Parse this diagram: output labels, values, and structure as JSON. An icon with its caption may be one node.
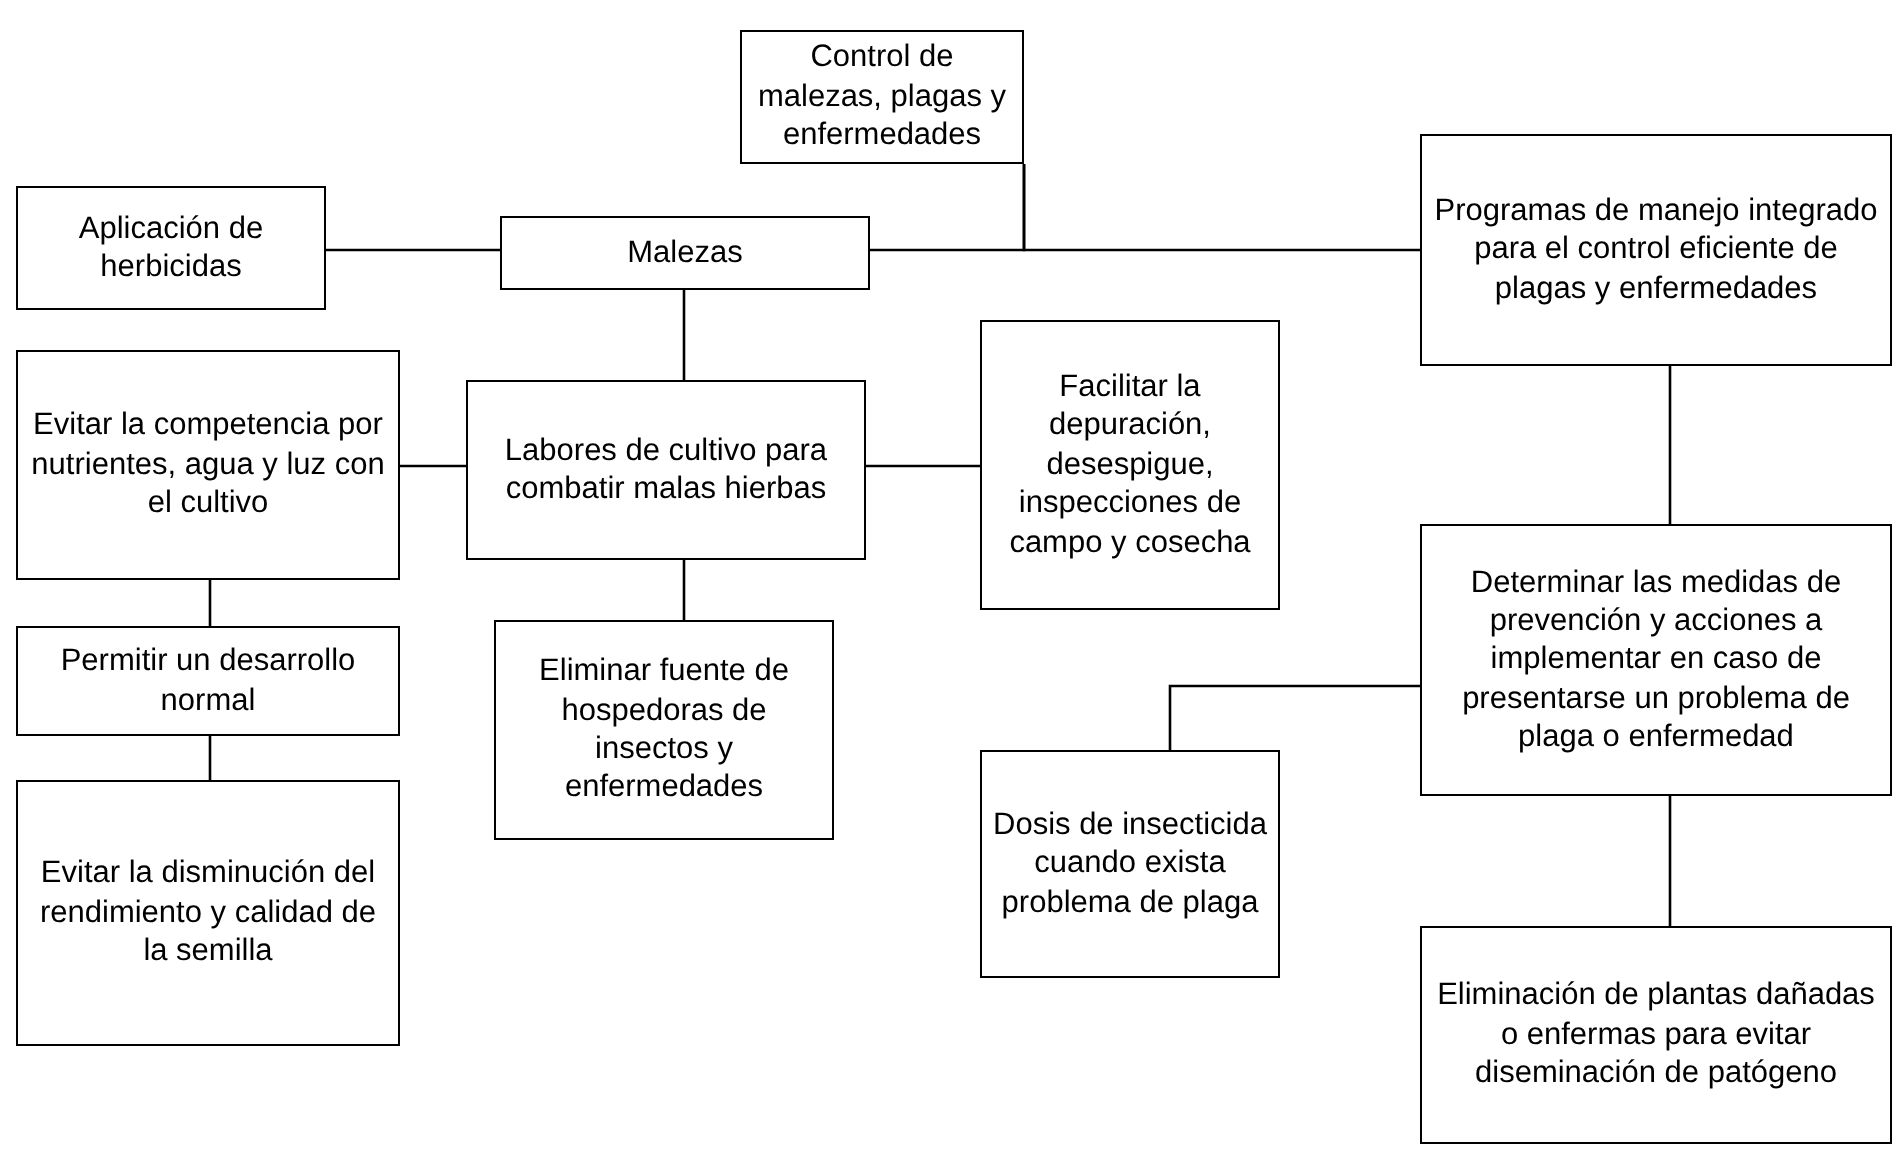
{
  "diagram": {
    "nodes": [
      {
        "text": [
          "Control de malezas, plagas y enfermedades"
        ]
      },
      {
        "text": [
          "Aplicación de herbicidas"
        ]
      },
      {
        "text": [
          "Malezas"
        ]
      },
      {
        "text": [
          "Programas de manejo integrado para el control eficiente de plagas y enfermedades"
        ]
      },
      {
        "text": [
          "Evitar la competencia por nutrientes, agua y luz con el cultivo"
        ]
      },
      {
        "text": [
          "Labores de cultivo para combatir malas hierbas"
        ]
      },
      {
        "text": [
          "Facilitar la depuración, desespigue, inspecciones de campo y cosecha"
        ]
      },
      {
        "text": [
          "Determinar las medidas de prevención y acciones a implementar en caso de presentarse un problema de plaga o enfermedad"
        ]
      },
      {
        "text": [
          "Permitir un desarrollo normal"
        ]
      },
      {
        "text": [
          "Eliminar fuente de hospedoras de insectos y enfermedades"
        ]
      },
      {
        "text": [
          "Dosis de insecticida cuando exista problema de plaga"
        ]
      },
      {
        "text": [
          "Evitar la disminución del rendimiento y calidad de la semilla"
        ]
      },
      {
        "text": [
          "Eliminación de plantas dañadas o enfermas para evitar diseminación de patógeno"
        ]
      }
    ],
    "edges": [
      {
        "from": 0,
        "to": 2,
        "arrow": "none"
      },
      {
        "from": 0,
        "to": 3,
        "arrow": "none"
      },
      {
        "from": 1,
        "to": 2,
        "arrow": "none"
      },
      {
        "from": 2,
        "to": 5,
        "arrow": "none"
      },
      {
        "from": 5,
        "to": 4,
        "arrow": "none"
      },
      {
        "from": 5,
        "to": 6,
        "arrow": "none"
      },
      {
        "from": 5,
        "to": 9,
        "arrow": "none"
      },
      {
        "from": 4,
        "to": 8,
        "arrow": "none"
      },
      {
        "from": 8,
        "to": 11,
        "arrow": "none"
      },
      {
        "from": 3,
        "to": 7,
        "arrow": "none"
      },
      {
        "from": 7,
        "to": 10,
        "arrow": "none"
      },
      {
        "from": 7,
        "to": 12,
        "arrow": "none"
      }
    ]
  }
}
